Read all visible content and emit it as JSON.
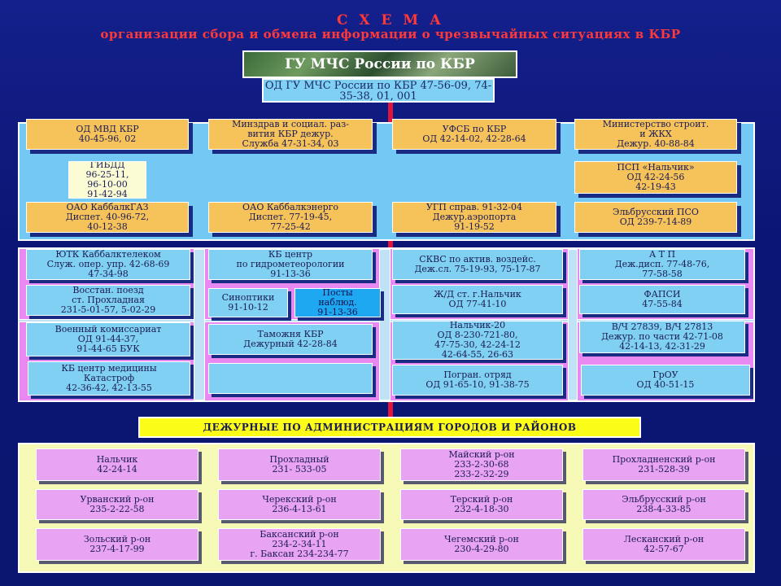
{
  "title": {
    "line1": "С Х Е М А",
    "line2": "организации сбора и обмена информации о чрезвычайных ситуациях в КБР"
  },
  "hq": {
    "name": "ГУ МЧС России по КБР",
    "od_lines": [
      "ОД ГУ МЧС России по КБР",
      "47-56-09, 74-35-38, 01, 001"
    ]
  },
  "colors": {
    "background": "#0b1674",
    "title": "#ff3838",
    "orange_box": "#f6c25a",
    "blue_box": "#7fd0f3",
    "pink_box": "#e9a3f3",
    "connector": "#e0143c",
    "bar_yellow": "#fbfd19"
  },
  "block1": [
    {
      "lines": [
        "ОД МВД КБР",
        "40-45-96, 02"
      ]
    },
    {
      "lines": [
        "Минздрав и социал. раз-",
        "вития КБР дежур.",
        "Служба 47-31-34, 03"
      ]
    },
    {
      "lines": [
        "УФСБ по КБР",
        "ОД 42-14-02, 42-28-64"
      ]
    },
    {
      "lines": [
        "Министерство строит.",
        "и ЖКХ",
        "Дежур. 40-88-84"
      ]
    },
    {
      "lines": [
        "ГИБДД",
        "96-25-11,",
        "96-10-00",
        "91-42-94"
      ]
    },
    {
      "lines": [
        "ПСП «Нальчик»",
        "ОД 42-24-56",
        "42-19-43"
      ]
    },
    {
      "lines": [
        "ОАО КаббалкГАЗ",
        "Диспет. 40-96-72,",
        "40-12-38"
      ]
    },
    {
      "lines": [
        "ОАО Каббалкэнерго",
        "Диспет. 77-19-45,",
        "77-25-42"
      ]
    },
    {
      "lines": [
        "УГП справ. 91-32-04",
        "Дежур.аэропорта",
        "91-19-52"
      ]
    },
    {
      "lines": [
        "Эльбрусский ПСО",
        "ОД 239-7-14-89"
      ]
    }
  ],
  "block2": [
    {
      "lines": [
        "ЮТК Каббалктелеком",
        "Служ. опер. упр. 42-68-69",
        "47-34-98"
      ]
    },
    {
      "lines": [
        "КБ центр",
        "по гидрометеорологии",
        "91-13-36"
      ]
    },
    {
      "lines": [
        "СКВС по актив. воздейс.",
        "Деж.сл. 75-19-93, 75-17-87"
      ]
    },
    {
      "lines": [
        "А Т П",
        "Деж.дисп. 77-48-76,",
        "77-58-58"
      ]
    },
    {
      "lines": [
        "Восстан. поезд",
        "ст. Прохладная",
        "231-5-01-57, 5-02-29"
      ]
    },
    {
      "lines": [
        "Синоптики",
        "91-10-12"
      ]
    },
    {
      "lines": [
        "Посты",
        "наблюд.",
        "91-13-36"
      ]
    },
    {
      "lines": [
        "Ж/Д ст. г.Нальчик",
        "ОД 77-41-10"
      ]
    },
    {
      "lines": [
        "ФАПСИ",
        "47-55-84"
      ]
    },
    {
      "lines": [
        "Военный комиссариат",
        "ОД 91-44-37,",
        "91-44-65 БУК"
      ]
    },
    {
      "lines": [
        "Таможня КБР",
        "Дежурный 42-28-84"
      ]
    },
    {
      "lines": [
        "Нальчик-20",
        "ОД 8-230-721-80,",
        "47-75-30, 42-24-12",
        "42-64-55, 26-63"
      ]
    },
    {
      "lines": [
        "В/Ч 27839, В/Ч 27813",
        "Дежур. по части 42-71-08",
        "42-14-13, 42-31-29"
      ]
    },
    {
      "lines": [
        "КБ центр медицины",
        "Катастроф",
        "42-36-42, 42-13-55"
      ]
    },
    {
      "lines": [
        "Погран. отряд",
        "ОД 91-65-10, 91-38-75"
      ]
    },
    {
      "lines": [
        "ГрОУ",
        "ОД 40-51-15"
      ]
    }
  ],
  "bar_label": "ДЕЖУРНЫЕ ПО АДМИНИСТРАЦИЯМ ГОРОДОВ И РАЙОНОВ",
  "districts": [
    {
      "lines": [
        "Нальчик",
        "42-24-14"
      ]
    },
    {
      "lines": [
        "Прохладный",
        "231- 533-05"
      ]
    },
    {
      "lines": [
        "Майский р-он",
        "233-2-30-68",
        "233-2-32-29"
      ]
    },
    {
      "lines": [
        "Прохладненский р-он",
        "231-528-39"
      ]
    },
    {
      "lines": [
        "Урванский р-он",
        "235-2-22-58"
      ]
    },
    {
      "lines": [
        "Черекский р-он",
        "236-4-13-61"
      ]
    },
    {
      "lines": [
        "Терский р-он",
        "232-4-18-30"
      ]
    },
    {
      "lines": [
        "Эльбрусский р-он",
        "238-4-33-85"
      ]
    },
    {
      "lines": [
        "Зольский р-он",
        "237-4-17-99"
      ]
    },
    {
      "lines": [
        "Баксанский р-он",
        "234-2-34-11",
        "г. Баксан 234-234-77"
      ]
    },
    {
      "lines": [
        "Чегемский р-он",
        "230-4-29-80"
      ]
    },
    {
      "lines": [
        "Лесканский р-он",
        "42-57-67"
      ]
    }
  ]
}
